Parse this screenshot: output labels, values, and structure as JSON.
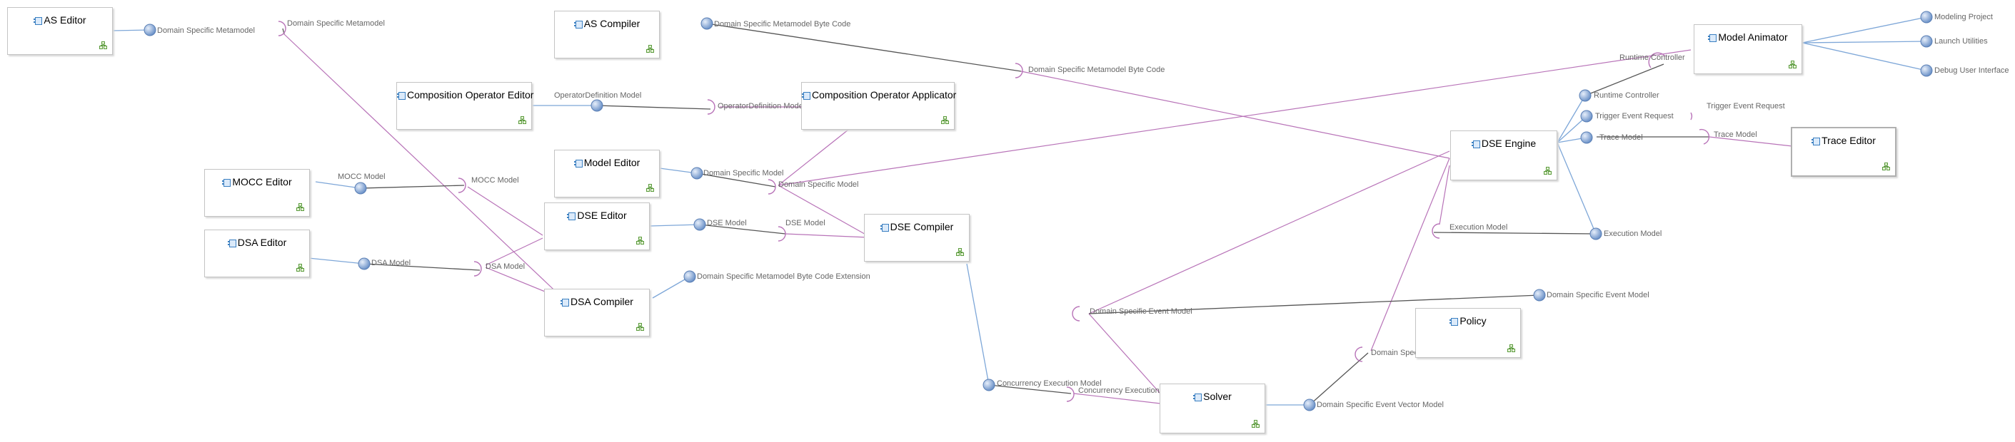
{
  "components": [
    {
      "id": "as_editor",
      "label": "AS Editor"
    },
    {
      "id": "as_compiler",
      "label": "AS Compiler"
    },
    {
      "id": "comp_op_editor",
      "label": "Composition Operator Editor"
    },
    {
      "id": "comp_op_applicator",
      "label": "Composition Operator Applicator"
    },
    {
      "id": "model_editor",
      "label": "Model Editor"
    },
    {
      "id": "mocc_editor",
      "label": "MOCC Editor"
    },
    {
      "id": "dse_editor",
      "label": "DSE Editor"
    },
    {
      "id": "dsa_editor",
      "label": "DSA Editor"
    },
    {
      "id": "dsa_compiler",
      "label": "DSA Compiler"
    },
    {
      "id": "dse_compiler",
      "label": "DSE Compiler"
    },
    {
      "id": "dse_engine",
      "label": "DSE Engine"
    },
    {
      "id": "model_animator",
      "label": "Model Animator"
    },
    {
      "id": "trace_editor",
      "label": "Trace Editor"
    },
    {
      "id": "policy",
      "label": "Policy"
    },
    {
      "id": "solver",
      "label": "Solver"
    }
  ],
  "interface_labels": [
    "Domain Specific Metamodel",
    "Domain Specific Metamodel",
    "Domain Specific Metamodel Byte Code",
    "Domain Specific Metamodel Byte Code",
    "OperatorDefinition Model",
    "OperatorDefinition Model",
    "Domain Specific Model",
    "Domain Specific Model",
    "MOCC Model",
    "MOCC Model",
    "DSE Model",
    "DSE Model",
    "DSA Model",
    "DSA Model",
    "Domain Specific Metamodel Byte Code Extension",
    "Runtime Controller",
    "Runtime Controller",
    "Trigger Event Request",
    "Trigger Event Request",
    "Trace Model",
    "Trace Model",
    "Execution Model",
    "Execution Model",
    "Modeling Project",
    "Launch Utilities",
    "Debug User Interface",
    "Domain Specific Event Model",
    "Domain Specific Event Model",
    "Domain Specific Event Vector Model",
    "Domain Specific Event Vector Model",
    "Concurrency Execution Model",
    "Concurrency Execution Model"
  ],
  "colors": {
    "provided_line": "#7ea7d8",
    "required_line": "#b873b8",
    "assembly_line": "#555555",
    "ball_fill": "#8fb0dd",
    "ball_stroke": "#5a7fb5"
  }
}
